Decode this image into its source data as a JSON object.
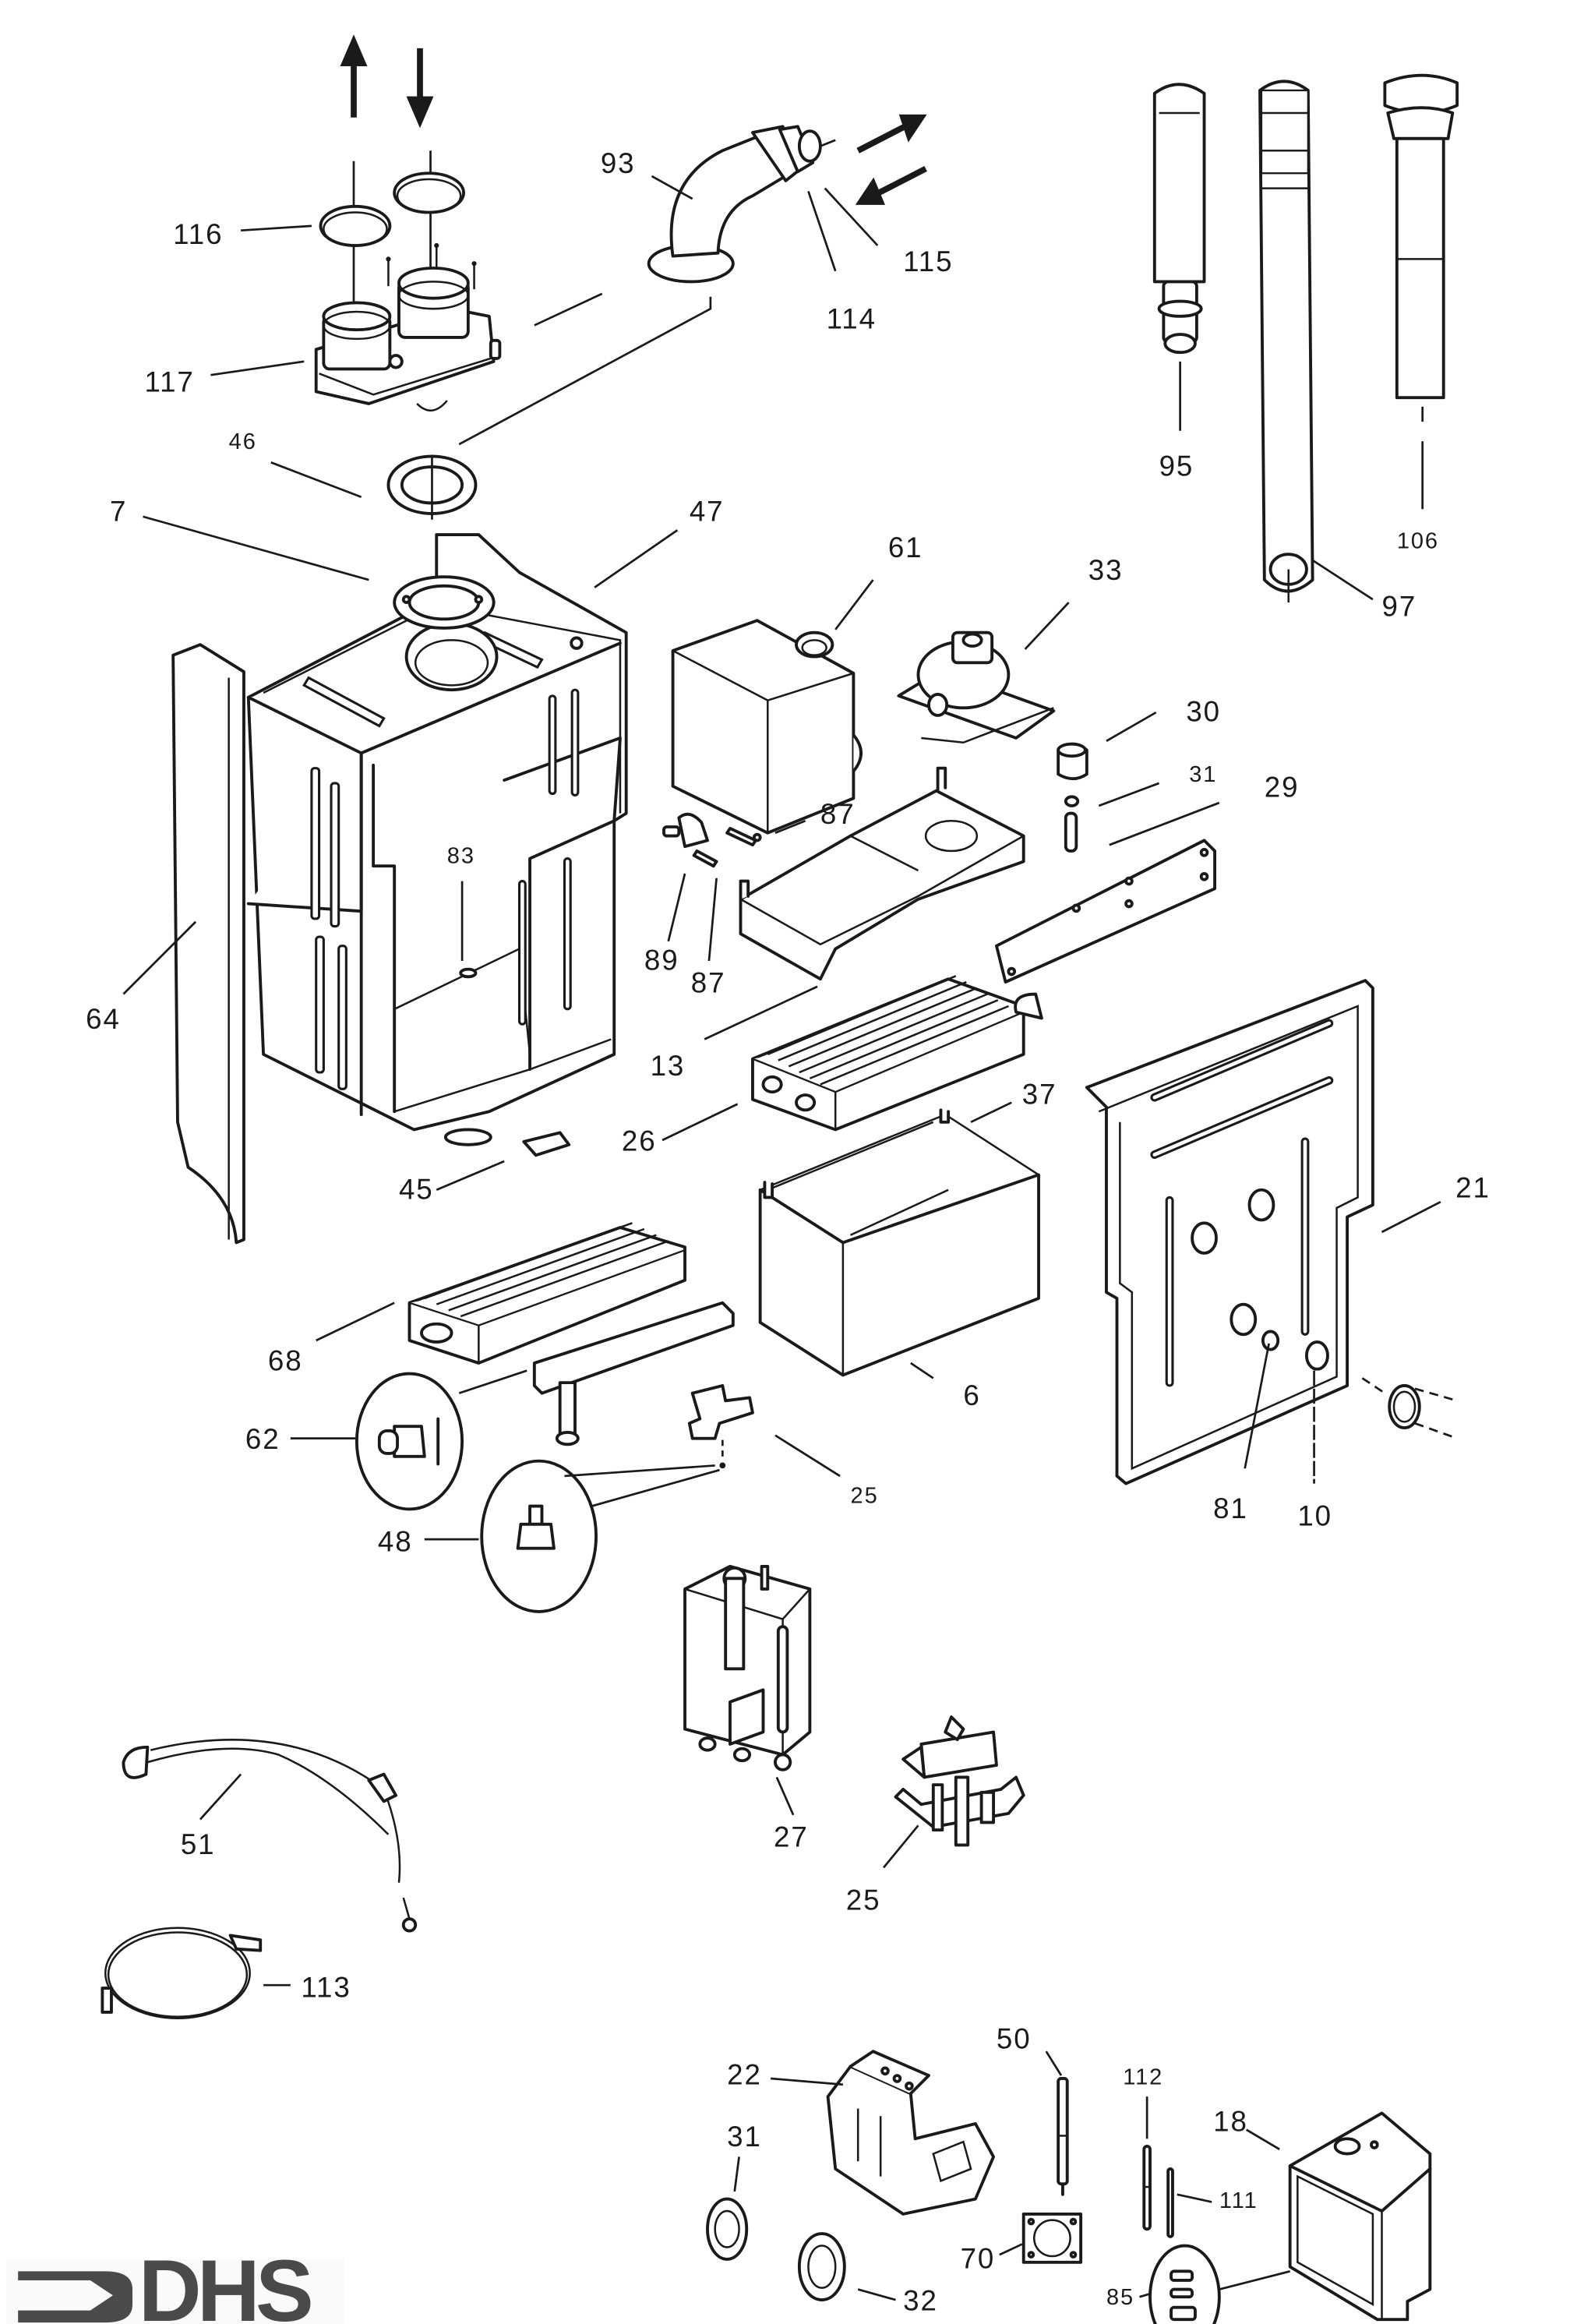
{
  "document": {
    "type": "exploded parts diagram",
    "subject": "boiler components",
    "brand_logo_text": "DHS",
    "ink_color": "#1a1a1a",
    "logo_color": "#4a4a4a"
  },
  "labels": {
    "p116": "116",
    "p117": "117",
    "p93": "93",
    "p115": "115",
    "p114": "114",
    "p46": "46",
    "p7": "7",
    "p47": "47",
    "p95": "95",
    "p97": "97",
    "p106": "106",
    "p61": "61",
    "p33": "33",
    "p30": "30",
    "p31a": "31",
    "p29": "29",
    "p87a": "87",
    "p89": "89",
    "p87b": "87",
    "p83": "83",
    "p64": "64",
    "p13": "13",
    "p26": "26",
    "p37": "37",
    "p45": "45",
    "p21": "21",
    "p68": "68",
    "p6": "6",
    "p62": "62",
    "p25a": "25",
    "p48": "48",
    "p81": "81",
    "p10": "10",
    "p27": "27",
    "p51": "51",
    "p25b": "25",
    "p113": "113",
    "p22": "22",
    "p50": "50",
    "p112": "112",
    "p18": "18",
    "p31b": "31",
    "p111": "111",
    "p70": "70",
    "p32": "32",
    "p85": "85"
  }
}
